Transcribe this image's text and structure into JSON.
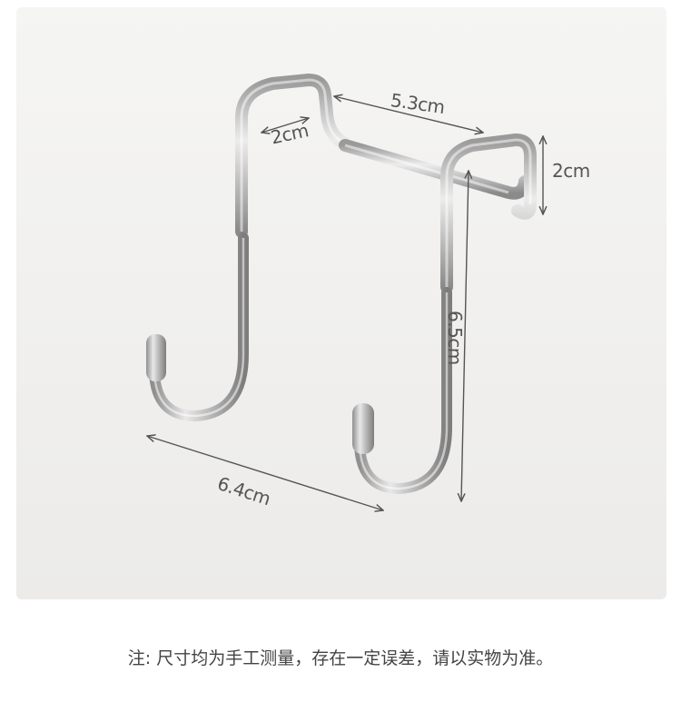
{
  "dimensions": {
    "top_width": "5.3cm",
    "depth_left": "2cm",
    "depth_right": "2cm",
    "height": "6.5cm",
    "bottom_width": "6.4cm"
  },
  "footnote": "注: 尺寸均为手工测量，存在一定误差，请以实物为准。",
  "colors": {
    "background": "#f2f1ef",
    "metal": "#c9c9c9",
    "dimension_line": "#555555",
    "text": "#444444"
  }
}
